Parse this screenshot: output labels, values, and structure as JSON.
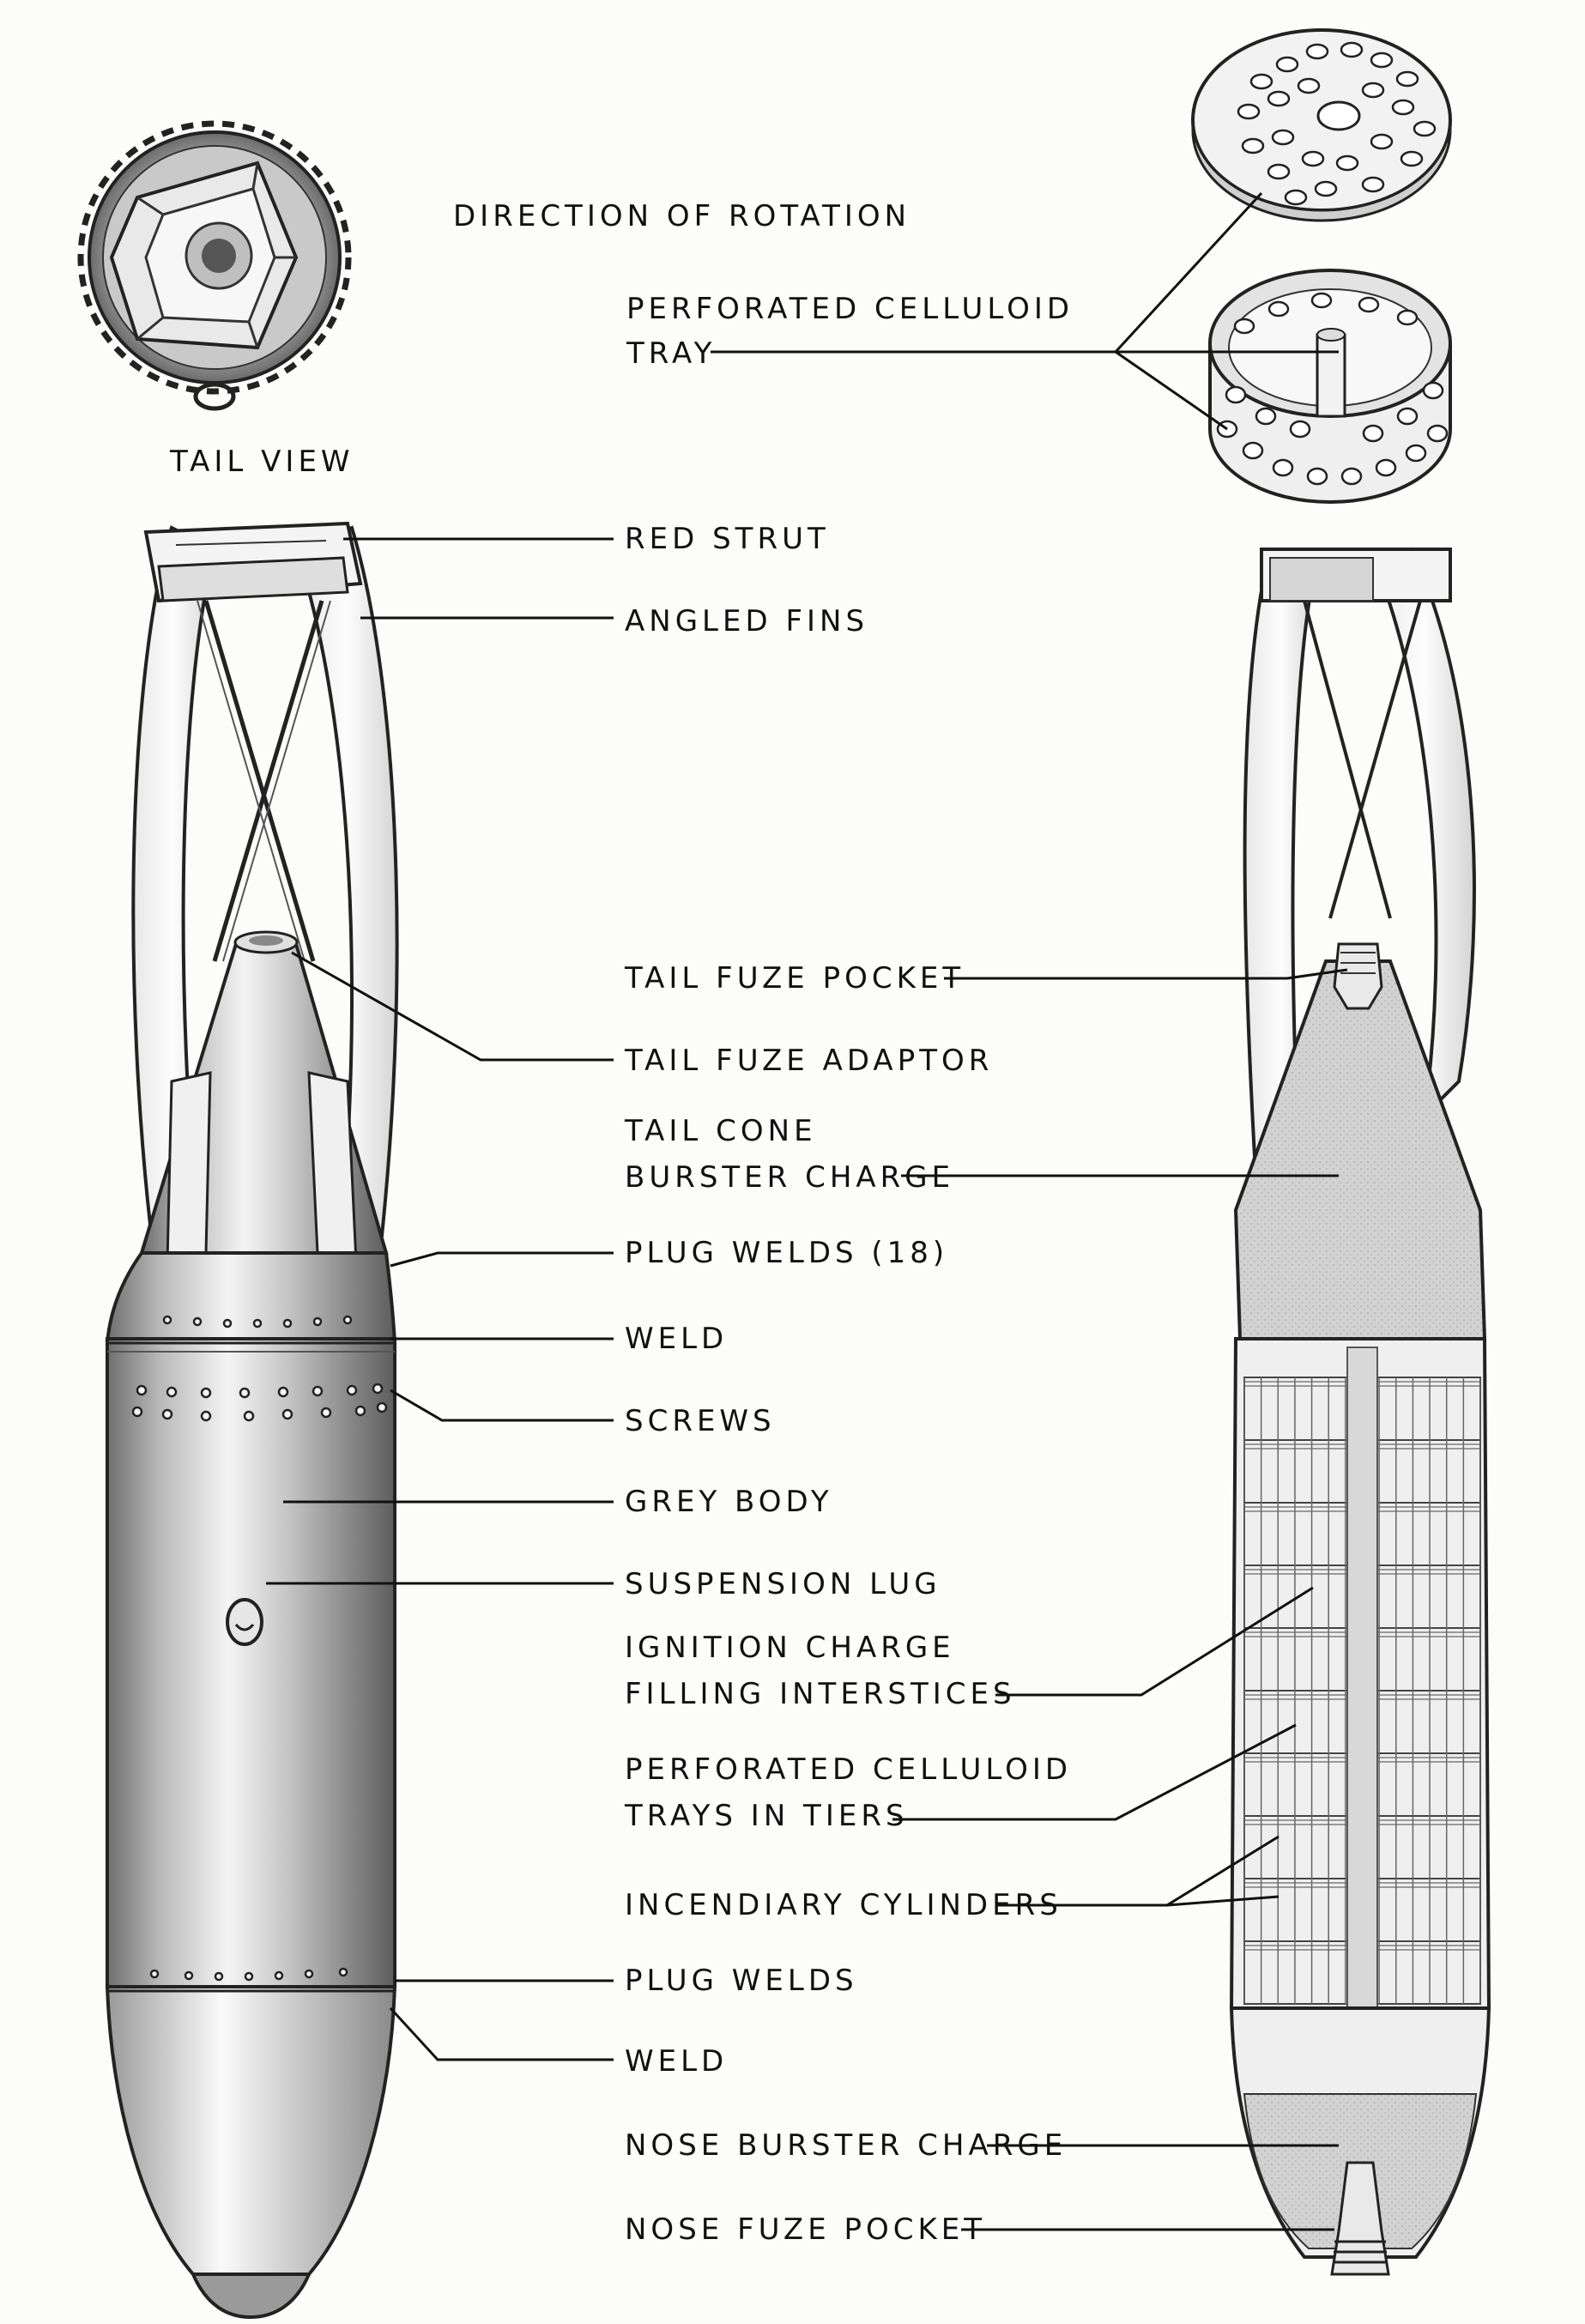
{
  "labels": {
    "tail_view": "TAIL VIEW",
    "direction_of_rotation": "DIRECTION OF ROTATION",
    "perforated_celluloid_tray_1": "PERFORATED CELLULOID",
    "perforated_celluloid_tray_2": "TRAY",
    "red_strut": "RED STRUT",
    "angled_fins": "ANGLED FINS",
    "tail_fuze_pocket": "TAIL FUZE POCKET",
    "tail_fuze_adaptor": "TAIL FUZE ADAPTOR",
    "tail_cone_burster_1": "TAIL CONE",
    "tail_cone_burster_2": "BURSTER CHARGE",
    "plug_welds_18": "PLUG WELDS (18)",
    "weld_upper": "WELD",
    "screws": "SCREWS",
    "grey_body": "GREY BODY",
    "suspension_lug": "SUSPENSION LUG",
    "ignition_charge_1": "IGNITION CHARGE",
    "ignition_charge_2": "FILLING INTERSTICES",
    "perforated_trays_tiers_1": "PERFORATED CELLULOID",
    "perforated_trays_tiers_2": "TRAYS IN TIERS",
    "incendiary_cylinders": "INCENDIARY CYLINDERS",
    "plug_welds": "PLUG WELDS",
    "weld_lower": "WELD",
    "nose_burster_charge": "NOSE BURSTER CHARGE",
    "nose_fuze_pocket": "NOSE FUZE POCKET"
  },
  "colors": {
    "ink": "#1a1a1a",
    "paper": "#fcfcfb",
    "body_grey": "#b9b9b9",
    "charge_stipple": "#cfcfcf"
  }
}
